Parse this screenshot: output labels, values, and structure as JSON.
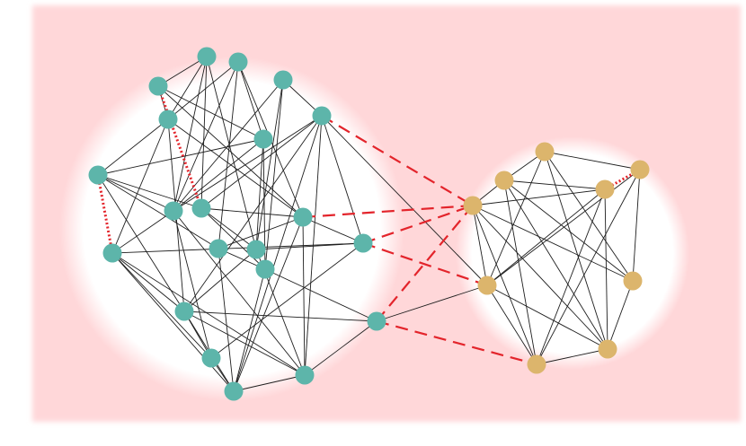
{
  "colors": {
    "background": "#ffd7d9",
    "glow": "#ffffff",
    "cluster_a_node": "#5db5aa",
    "cluster_b_node": "#dcb56c",
    "edge": "#1e1e1e",
    "highlight_edge": "#e3242b"
  },
  "graph": {
    "clusters": [
      {
        "color": "#5db5aa",
        "size": 21
      },
      {
        "color": "#dcb56c",
        "size": 9
      }
    ],
    "edges": {
      "thin": [
        [
          0,
          3
        ],
        [
          0,
          4
        ],
        [
          0,
          8
        ],
        [
          0,
          9
        ],
        [
          0,
          13
        ],
        [
          1,
          4
        ],
        [
          1,
          6
        ],
        [
          1,
          12
        ],
        [
          1,
          8
        ],
        [
          1,
          10
        ],
        [
          2,
          5
        ],
        [
          2,
          8
        ],
        [
          2,
          13
        ],
        [
          2,
          15
        ],
        [
          3,
          4
        ],
        [
          3,
          6
        ],
        [
          3,
          10
        ],
        [
          4,
          7
        ],
        [
          4,
          14
        ],
        [
          4,
          16
        ],
        [
          4,
          10
        ],
        [
          5,
          8
        ],
        [
          5,
          9
        ],
        [
          5,
          11
        ],
        [
          5,
          16
        ],
        [
          5,
          19
        ],
        [
          5,
          20
        ],
        [
          6,
          7
        ],
        [
          6,
          8
        ],
        [
          6,
          13
        ],
        [
          6,
          15
        ],
        [
          7,
          8
        ],
        [
          7,
          9
        ],
        [
          7,
          12
        ],
        [
          7,
          16
        ],
        [
          8,
          14
        ],
        [
          8,
          18
        ],
        [
          8,
          19
        ],
        [
          9,
          13
        ],
        [
          9,
          15
        ],
        [
          9,
          10
        ],
        [
          10,
          11
        ],
        [
          10,
          12
        ],
        [
          10,
          19
        ],
        [
          10,
          20
        ],
        [
          11,
          13
        ],
        [
          11,
          18
        ],
        [
          11,
          14
        ],
        [
          12,
          15
        ],
        [
          12,
          20
        ],
        [
          13,
          16
        ],
        [
          13,
          19
        ],
        [
          14,
          16
        ],
        [
          14,
          18
        ],
        [
          14,
          19
        ],
        [
          14,
          20
        ],
        [
          15,
          17
        ],
        [
          15,
          20
        ],
        [
          16,
          17
        ],
        [
          16,
          18
        ],
        [
          16,
          19
        ],
        [
          16,
          20
        ],
        [
          17,
          19
        ],
        [
          18,
          20
        ],
        [
          19,
          20
        ],
        [
          21,
          22
        ],
        [
          21,
          23
        ],
        [
          21,
          26
        ],
        [
          21,
          27
        ],
        [
          21,
          28
        ],
        [
          22,
          27
        ],
        [
          22,
          29
        ],
        [
          22,
          26
        ],
        [
          23,
          24
        ],
        [
          23,
          25
        ],
        [
          23,
          27
        ],
        [
          23,
          28
        ],
        [
          23,
          29
        ],
        [
          24,
          25
        ],
        [
          24,
          26
        ],
        [
          24,
          28
        ],
        [
          24,
          29
        ],
        [
          25,
          27
        ],
        [
          25,
          28
        ],
        [
          25,
          29
        ],
        [
          25,
          26
        ],
        [
          26,
          28
        ],
        [
          26,
          29
        ],
        [
          27,
          28
        ],
        [
          28,
          29
        ],
        [
          5,
          26
        ],
        [
          17,
          26
        ]
      ],
      "red_dotted": [
        [
          3,
          9
        ],
        [
          7,
          14
        ],
        [
          24,
          22
        ]
      ],
      "red_dashed": [
        [
          5,
          25
        ],
        [
          10,
          25
        ],
        [
          11,
          25
        ],
        [
          11,
          26
        ],
        [
          17,
          25
        ],
        [
          17,
          29
        ]
      ]
    }
  }
}
